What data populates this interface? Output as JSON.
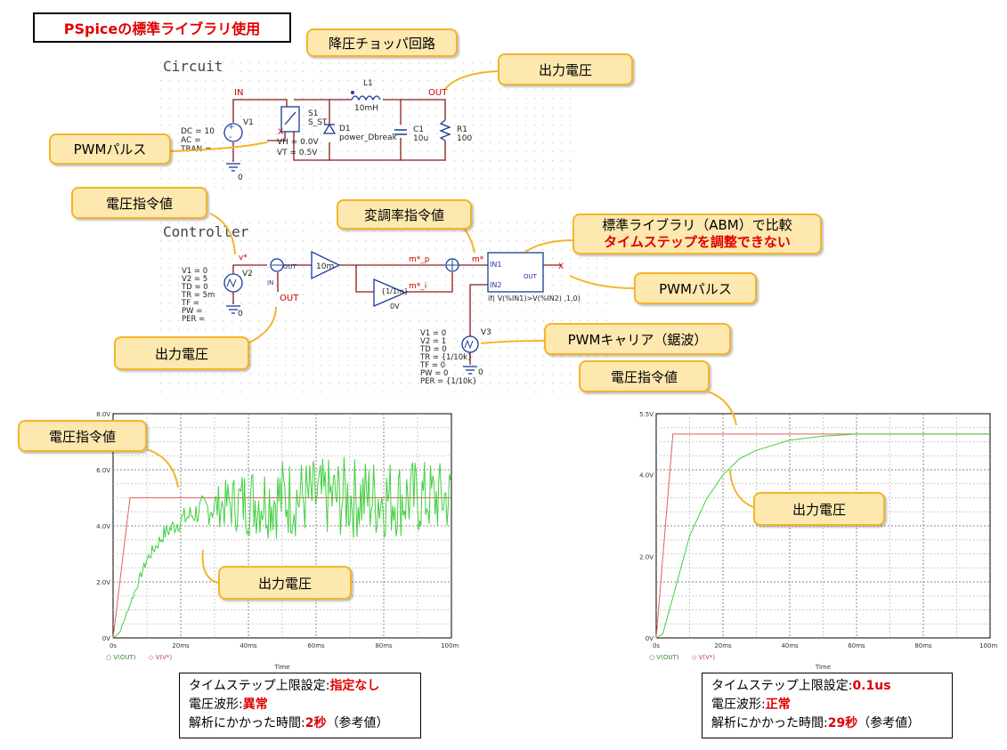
{
  "title": "PSpiceの標準ライブラリ使用",
  "circuit": {
    "section_label": "Circuit",
    "node_in": "IN",
    "node_out": "OUT",
    "v1_name": "V1",
    "v1_params": [
      "DC = 10",
      "AC =",
      "TRAN ="
    ],
    "switch_name": "S1",
    "switch_model": "S_ST",
    "switch_params": [
      "VH = 0.0V",
      "VT = 0.5V"
    ],
    "switch_ctrl": "X",
    "diode_name": "D1",
    "diode_model": "power_Dbreak",
    "inductor_name": "L1",
    "inductor_value": "10mH",
    "cap_name": "C1",
    "cap_value": "10u",
    "res_name": "R1",
    "res_value": "100",
    "ground_label": "0"
  },
  "controller": {
    "section_label": "Controller",
    "v2_name": "V2",
    "v2_params": [
      "V1 = 0",
      "V2 = 5",
      "TD = 0",
      "TR = 5m",
      "TF =",
      "PW =",
      "PER ="
    ],
    "vstar": "v*",
    "gain_value": "10m",
    "mp_label": "m*_p",
    "mi_label": "m*_i",
    "m_label": "m*",
    "integrator_value": "{1/1m}",
    "integrator_init": "0V",
    "out_label": "OUT",
    "in1": "IN1",
    "in2": "IN2",
    "abm_out": "OUT",
    "abm_expr": "if( V(%IN1)>V(%IN2) ,1,0)",
    "x_label": "X",
    "v3_name": "V3",
    "v3_params": [
      "V1 = 0",
      "V2 = 1",
      "TD = 0",
      "TR = {1/10k}",
      "TF = 0",
      "PW = 0",
      "PER = {1/10k}"
    ],
    "sum_in": "IN",
    "sum_out": "OUT",
    "ground_label": "0"
  },
  "callouts": {
    "buck": "降圧チョッパ回路",
    "out_voltage_top": "出力電圧",
    "pwm_pulse_left": "PWMパルス",
    "vref_left": "電圧指令値",
    "mod_ref": "変調率指令値",
    "abm_line1": "標準ライブラリ（ABM）で比較",
    "abm_line2": "タイムステップを調整できない",
    "pwm_pulse_right": "PWMパルス",
    "carrier": "PWMキャリア（鋸波）",
    "out_voltage_ctrl": "出力電圧",
    "vref_right": "電圧指令値",
    "vref_chart1": "電圧指令値",
    "out_chart1": "出力電圧",
    "out_chart2": "出力電圧"
  },
  "info1": {
    "l1_label": "タイムステップ上限設定:",
    "l1_value": "指定なし",
    "l2_label": "電圧波形:",
    "l2_value": "異常",
    "l3_label": "解析にかかった時間:",
    "l3_value": "2秒",
    "l3_suffix": "（参考値）"
  },
  "info2": {
    "l1_label": "タイムステップ上限設定:",
    "l1_value": "0.1us",
    "l2_label": "電圧波形:",
    "l2_value": "正常",
    "l3_label": "解析にかかった時間:",
    "l3_value": "29秒",
    "l3_suffix": "（参考値）"
  },
  "chart_data": [
    {
      "type": "line",
      "xlabel": "Time",
      "ylim": [
        0,
        8
      ],
      "yticks": [
        "0V",
        "2.0V",
        "4.0V",
        "6.0V",
        "8.0V"
      ],
      "xticks": [
        "0s",
        "20ms",
        "40ms",
        "60ms",
        "80ms",
        "100ms"
      ],
      "xlim": [
        0,
        100
      ],
      "legend": [
        "V(OUT)",
        "V(V*)"
      ],
      "series": [
        {
          "name": "V(V*)",
          "color": "#e06060",
          "x": [
            0,
            5,
            100
          ],
          "y": [
            0,
            5,
            5
          ]
        },
        {
          "name": "V(OUT)",
          "color": "#40d040",
          "noisy": true,
          "x": [
            0,
            2,
            5,
            10,
            15,
            20,
            25,
            30,
            35,
            40,
            50,
            60,
            70,
            80,
            90,
            100
          ],
          "y": [
            0,
            0.2,
            1.2,
            2.8,
            3.7,
            4.2,
            4.5,
            4.7,
            4.8,
            4.9,
            5.0,
            5.0,
            5.0,
            5.0,
            5.0,
            5.0
          ],
          "noise_amp": [
            0,
            0,
            0.1,
            0.2,
            0.3,
            0.4,
            0.5,
            0.7,
            1.0,
            1.3,
            1.5,
            1.4,
            1.5,
            1.5,
            1.4,
            1.3
          ]
        }
      ]
    },
    {
      "type": "line",
      "xlabel": "Time",
      "ylim": [
        0,
        5.5
      ],
      "yticks": [
        "0V",
        "2.0V",
        "4.0V",
        "5.5V"
      ],
      "xticks": [
        "0s",
        "20ms",
        "40ms",
        "60ms",
        "80ms",
        "100ms"
      ],
      "xlim": [
        0,
        100
      ],
      "legend": [
        "V(OUT)",
        "V(V*)"
      ],
      "series": [
        {
          "name": "V(V*)",
          "color": "#e06060",
          "x": [
            0,
            5,
            100
          ],
          "y": [
            0,
            5,
            5
          ]
        },
        {
          "name": "V(OUT)",
          "color": "#40d040",
          "x": [
            0,
            2,
            5,
            10,
            15,
            20,
            25,
            30,
            40,
            50,
            60,
            70,
            80,
            100
          ],
          "y": [
            0,
            0.1,
            1.0,
            2.5,
            3.4,
            4.0,
            4.4,
            4.6,
            4.85,
            4.95,
            5.0,
            5.0,
            5.0,
            5.0
          ]
        }
      ]
    }
  ]
}
